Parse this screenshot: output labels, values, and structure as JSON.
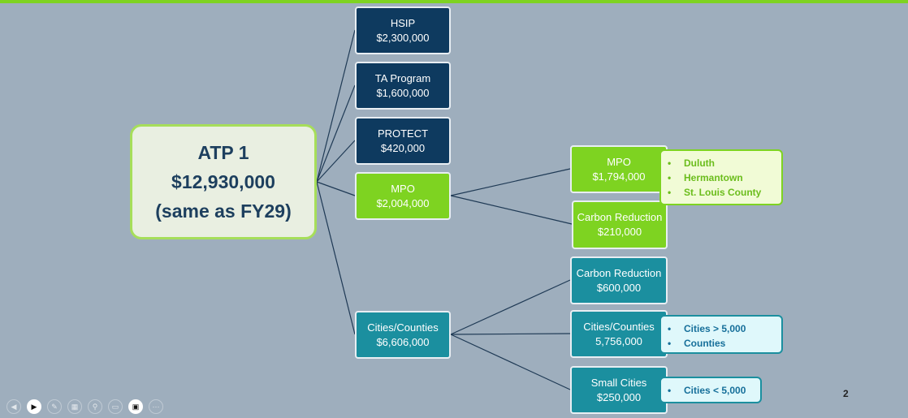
{
  "root": {
    "line1": "ATP 1",
    "line2": "$12,930,000",
    "line3": "(same as FY29)"
  },
  "programs": [
    {
      "name": "HSIP",
      "amount": "$2,300,000"
    },
    {
      "name": "TA Program",
      "amount": "$1,600,000"
    },
    {
      "name": "PROTECT",
      "amount": "$420,000"
    },
    {
      "name": "MPO",
      "amount": "$2,004,000"
    },
    {
      "name": "Cities/Counties",
      "amount": "$6,606,000"
    }
  ],
  "mpo_children": [
    {
      "name": "MPO",
      "amount": "$1,794,000"
    },
    {
      "name": "Carbon Reduction",
      "amount": "$210,000"
    }
  ],
  "cities_children": [
    {
      "name": "Carbon Reduction",
      "amount": "$600,000"
    },
    {
      "name": "Cities/Counties",
      "amount": "5,756,000"
    },
    {
      "name": "Small Cities",
      "amount": "$250,000"
    }
  ],
  "notes": {
    "mpo": [
      "Duluth",
      "Hermantown",
      "St. Louis County"
    ],
    "cities": [
      "Cities > 5,000",
      "Counties"
    ],
    "small": [
      "Cities < 5,000"
    ]
  },
  "page_number": "2",
  "colors": {
    "navy": "#0e3a5f",
    "green": "#7ed321",
    "teal": "#1b8f9f",
    "background": "#9eaebd"
  },
  "toolbar_icons": [
    "previous-icon",
    "pointer-icon",
    "pen-icon",
    "grid-icon",
    "zoom-icon",
    "subtitles-icon",
    "camera-icon",
    "more-icon"
  ]
}
